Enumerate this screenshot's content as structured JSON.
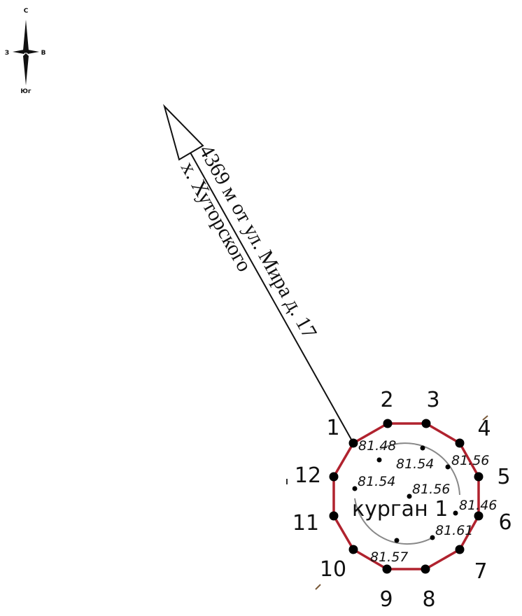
{
  "compass": {
    "north": "С",
    "south": "Юг",
    "west": "З",
    "east": "В"
  },
  "direction": {
    "distance_label": "4369 м от ул. Мира д. 17",
    "settlement_label": "х. Хуторского"
  },
  "object_label": "курган 1",
  "boundary_color": "#b0222e",
  "vertices": [
    "1",
    "2",
    "3",
    "4",
    "5",
    "6",
    "7",
    "8",
    "9",
    "10",
    "11",
    "12"
  ],
  "elevations": [
    "81.48",
    "81.54",
    "81.56",
    "81.54",
    "81.56",
    "81.46",
    "81.61",
    "81.57"
  ]
}
